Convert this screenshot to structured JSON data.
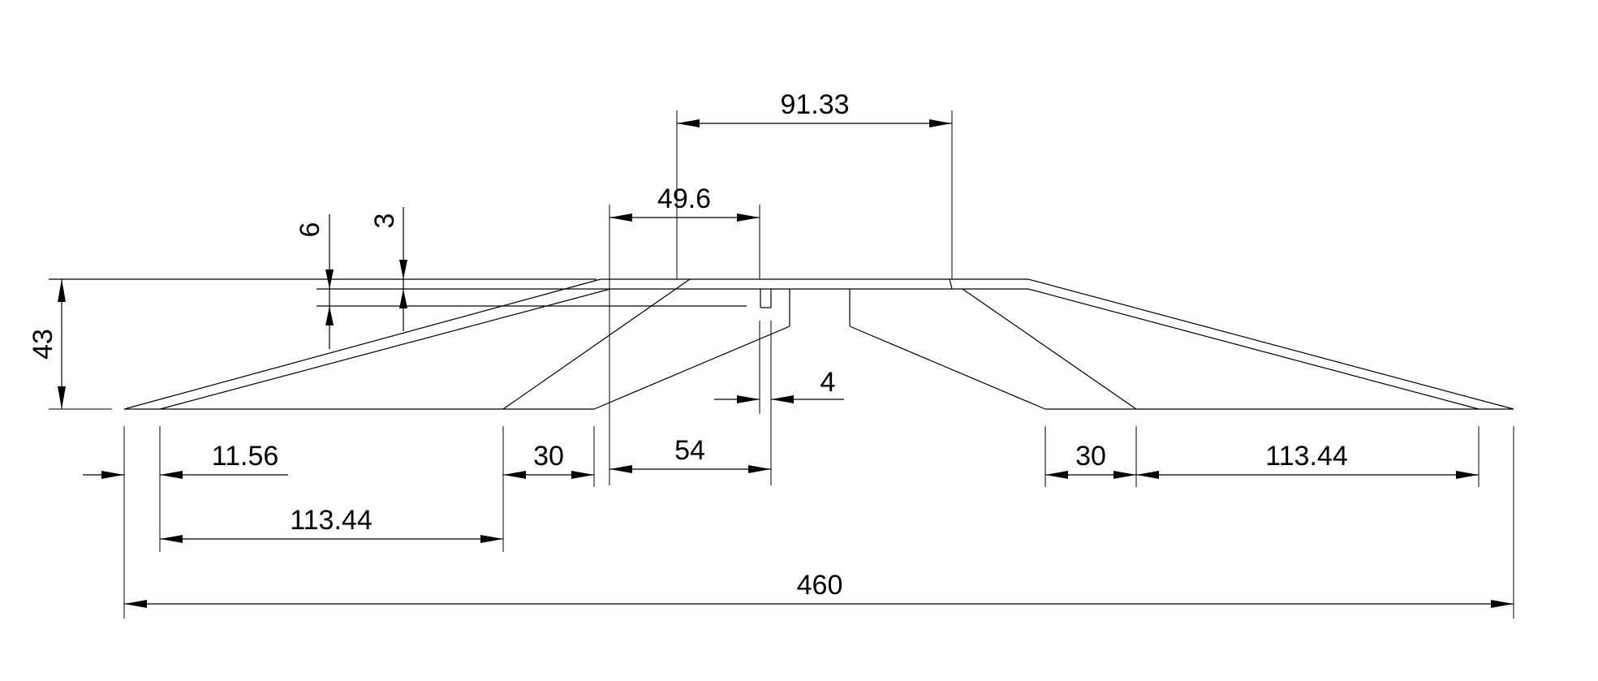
{
  "dimensions": {
    "d_91_33": "91.33",
    "d_49_6": "49.6",
    "d_6": "6",
    "d_3": "3",
    "d_43": "43",
    "d_4": "4",
    "d_11_56": "11.56",
    "d_30_left": "30",
    "d_54": "54",
    "d_30_right": "30",
    "d_113_44_right": "113.44",
    "d_113_44_left": "113.44",
    "d_460": "460"
  }
}
